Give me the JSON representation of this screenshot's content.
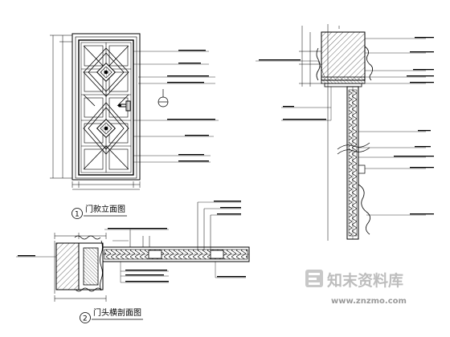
{
  "drawings": {
    "door_elevation": {
      "number": "1",
      "title": "门款立面图"
    },
    "door_section": {
      "number": "2",
      "title": "门头横剖面图"
    }
  },
  "watermark": {
    "brand_text": "知末资料库",
    "url": "www.znzmo.com",
    "logo_icon": "znzmo-logo-icon",
    "color": "#bdbdbd"
  },
  "colors": {
    "line": "#000000",
    "background": "#ffffff"
  }
}
